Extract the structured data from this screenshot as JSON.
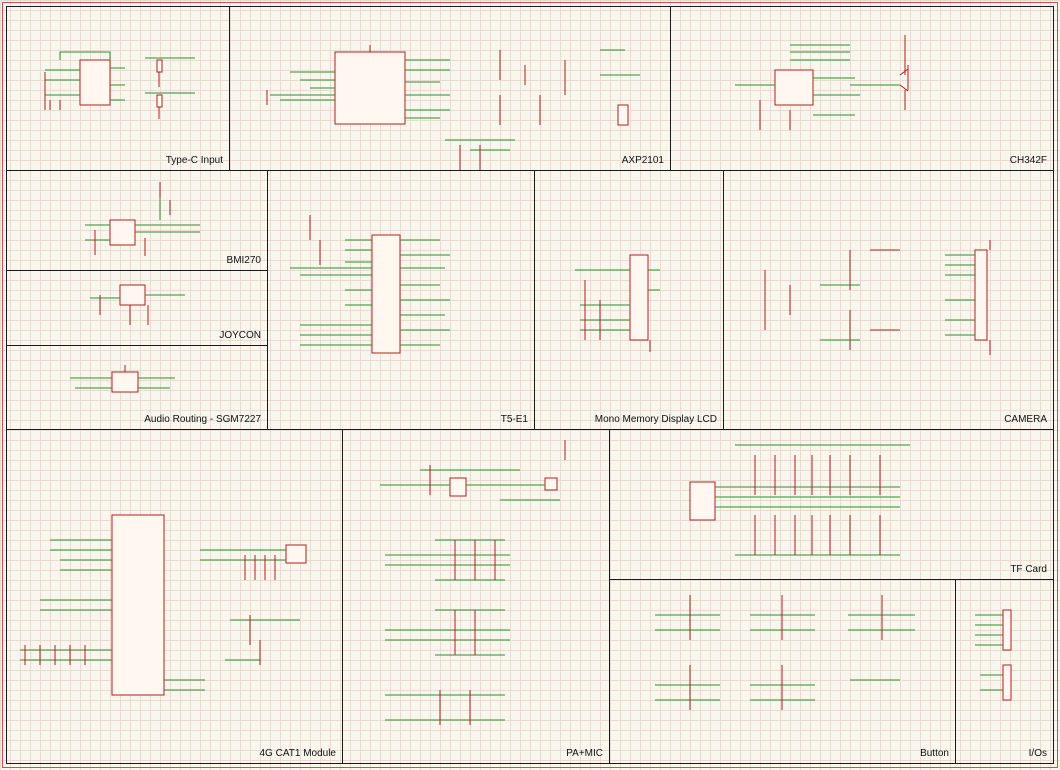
{
  "sheet": {
    "background": "#f9f6ee",
    "grid_color": "#e9dbd0",
    "border_color": "#c85050",
    "wire_color": "#2f8f2f",
    "component_color": "#b02020",
    "net_label_color": "#2a2acc"
  },
  "blocks": {
    "typec": "Type-C Input",
    "axp": "AXP2101",
    "ch342": "CH342F",
    "bmi": "BMI270",
    "joycon": "JOYCON",
    "audio": "Audio Routing - SGM7227",
    "t5": "T5-E1",
    "lcd": "Mono Memory Display LCD",
    "camera": "CAMERA",
    "cat1": "4G CAT1 Module",
    "pa": "PA+MIC",
    "tf": "TF Card",
    "button": "Button",
    "ios": "I/Os"
  }
}
